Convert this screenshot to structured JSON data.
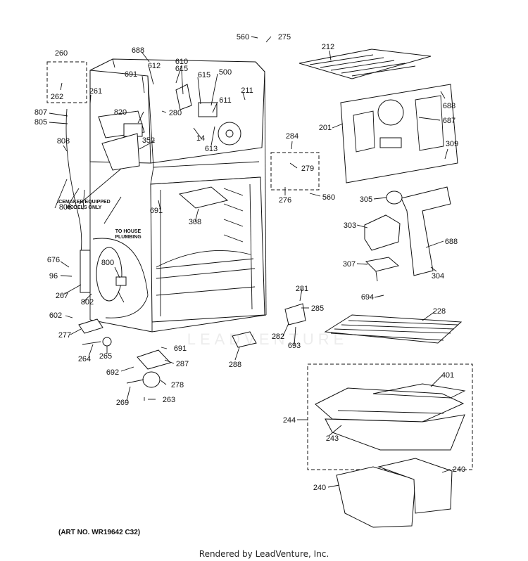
{
  "art_number": "(ART NO. WR19642 C32)",
  "credit": "Rendered by LeadVenture, Inc.",
  "watermark": "LEADVENTURE",
  "notes": {
    "icemaker": [
      "ICEMAKER EQUIPPED",
      "MODELS ONLY"
    ],
    "plumbing": [
      "TO HOUSE",
      "PLUMBING"
    ]
  },
  "part_labels": {
    "p560a": "560",
    "p275": "275",
    "p212": "212",
    "p260": "260",
    "p262": "262",
    "p261": "261",
    "p807": "807",
    "p805": "805",
    "p688a": "688",
    "p612": "612",
    "p691a": "691",
    "p610": "610",
    "p615a": "615",
    "p615b": "615",
    "p500": "500",
    "p211": "211",
    "p611": "611",
    "p820": "820",
    "p280": "280",
    "p14": "14",
    "p613": "613",
    "p352": "352",
    "p808": "808",
    "p201": "201",
    "p688b": "688",
    "p687": "687",
    "p309": "309",
    "p284": "284",
    "p279": "279",
    "p276": "276",
    "p560b": "560",
    "p305": "305",
    "p303": "303",
    "p688c": "688",
    "p307": "307",
    "p304": "304",
    "p694": "694",
    "p806": "806",
    "p691b": "691",
    "p308": "308",
    "p676": "676",
    "p96": "96",
    "p800": "800",
    "p267": "267",
    "p802": "802",
    "p602": "602",
    "p277": "277",
    "p264": "264",
    "p265": "265",
    "p691c": "691",
    "p287": "287",
    "p692": "692",
    "p278": "278",
    "p269": "269",
    "p263": "263",
    "p288": "288",
    "p281": "281",
    "p285": "285",
    "p282": "282",
    "p693": "693",
    "p228": "228",
    "p401": "401",
    "p244": "244",
    "p243": "243",
    "p240a": "240",
    "p240b": "240"
  }
}
